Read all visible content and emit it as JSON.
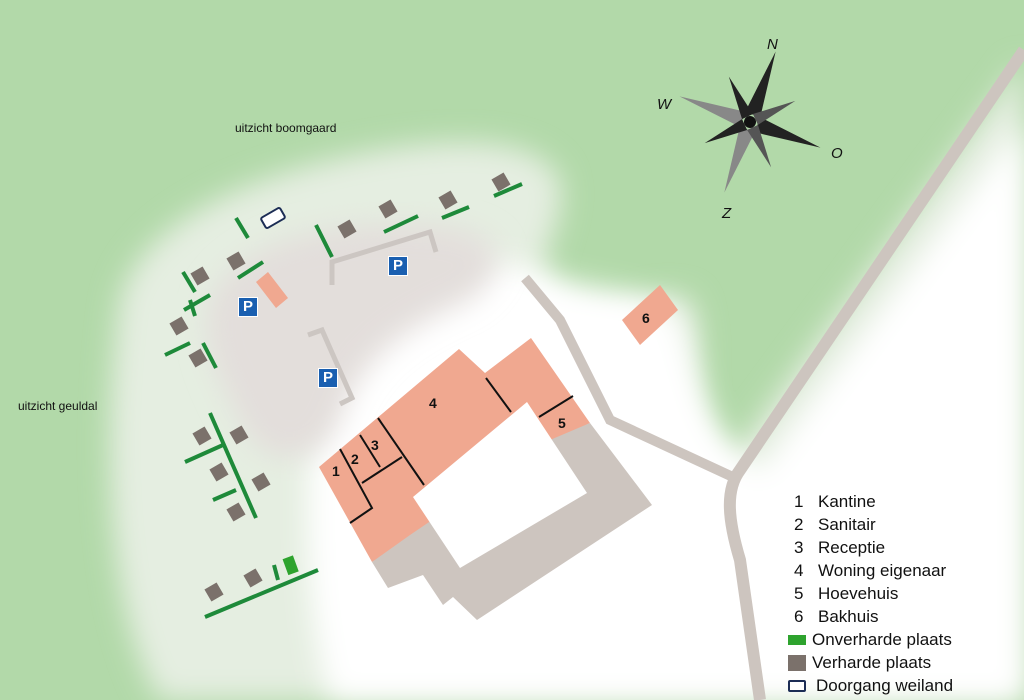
{
  "map_labels": {
    "orchard_view": "uitzicht boomgaard",
    "valley_view": "uitzicht geuldal"
  },
  "parking": {
    "label": "P"
  },
  "building_numbers": [
    "1",
    "2",
    "3",
    "4",
    "5",
    "6"
  ],
  "compass": {
    "north": "N",
    "west": "W",
    "east": "O",
    "south": "Z"
  },
  "legend": [
    {
      "num": "1",
      "label": "Kantine"
    },
    {
      "num": "2",
      "label": "Sanitair"
    },
    {
      "num": "3",
      "label": "Receptie"
    },
    {
      "num": "4",
      "label": "Woning eigenaar"
    },
    {
      "num": "5",
      "label": "Hoevehuis"
    },
    {
      "num": "6",
      "label": "Bakhuis"
    },
    {
      "swatch": "#2ea32e",
      "label": "Onverharde plaats"
    },
    {
      "swatch": "#7b716b",
      "label": "Verharde plaats"
    },
    {
      "swatch": "outline",
      "label": "Doorgang weiland"
    }
  ],
  "colors": {
    "grass": "#b2d9a9",
    "camp": "#e4eee1",
    "building": "#f0a890",
    "paved": "#cdc5bf",
    "pitch_line": "#1e8a3a"
  }
}
